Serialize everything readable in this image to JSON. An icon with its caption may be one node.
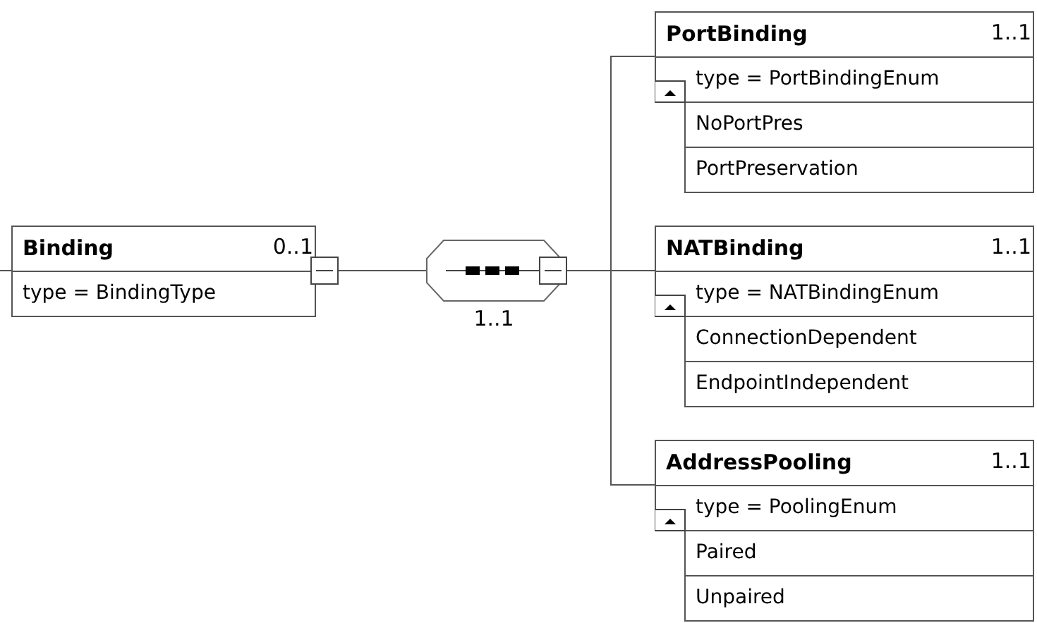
{
  "diagram": {
    "nodes": [
      {
        "text": [
          "Binding",
          "0..1",
          "type = BindingType"
        ]
      },
      {
        "text": [],
        "shape": "octagon",
        "beside": [
          "1..1"
        ]
      },
      {
        "text": [
          "PortBinding",
          "1..1",
          "type = PortBindingEnum",
          "NoPortPres",
          "PortPreservation"
        ]
      },
      {
        "text": [
          "NATBinding",
          "1..1",
          "type = NATBindingEnum",
          "ConnectionDependent",
          "EndpointIndependent"
        ]
      },
      {
        "text": [
          "AddressPooling",
          "1..1",
          "type = PoolingEnum",
          "Paired",
          "Unpaired"
        ]
      }
    ],
    "edges": [
      {
        "from": null,
        "to": 0,
        "arrow": "none"
      },
      {
        "from": 0,
        "to": 1,
        "arrow": "none"
      },
      {
        "from": 1,
        "to": 2,
        "arrow": "none"
      },
      {
        "from": 1,
        "to": 3,
        "arrow": "none"
      },
      {
        "from": 1,
        "to": 4,
        "arrow": "none"
      }
    ]
  }
}
